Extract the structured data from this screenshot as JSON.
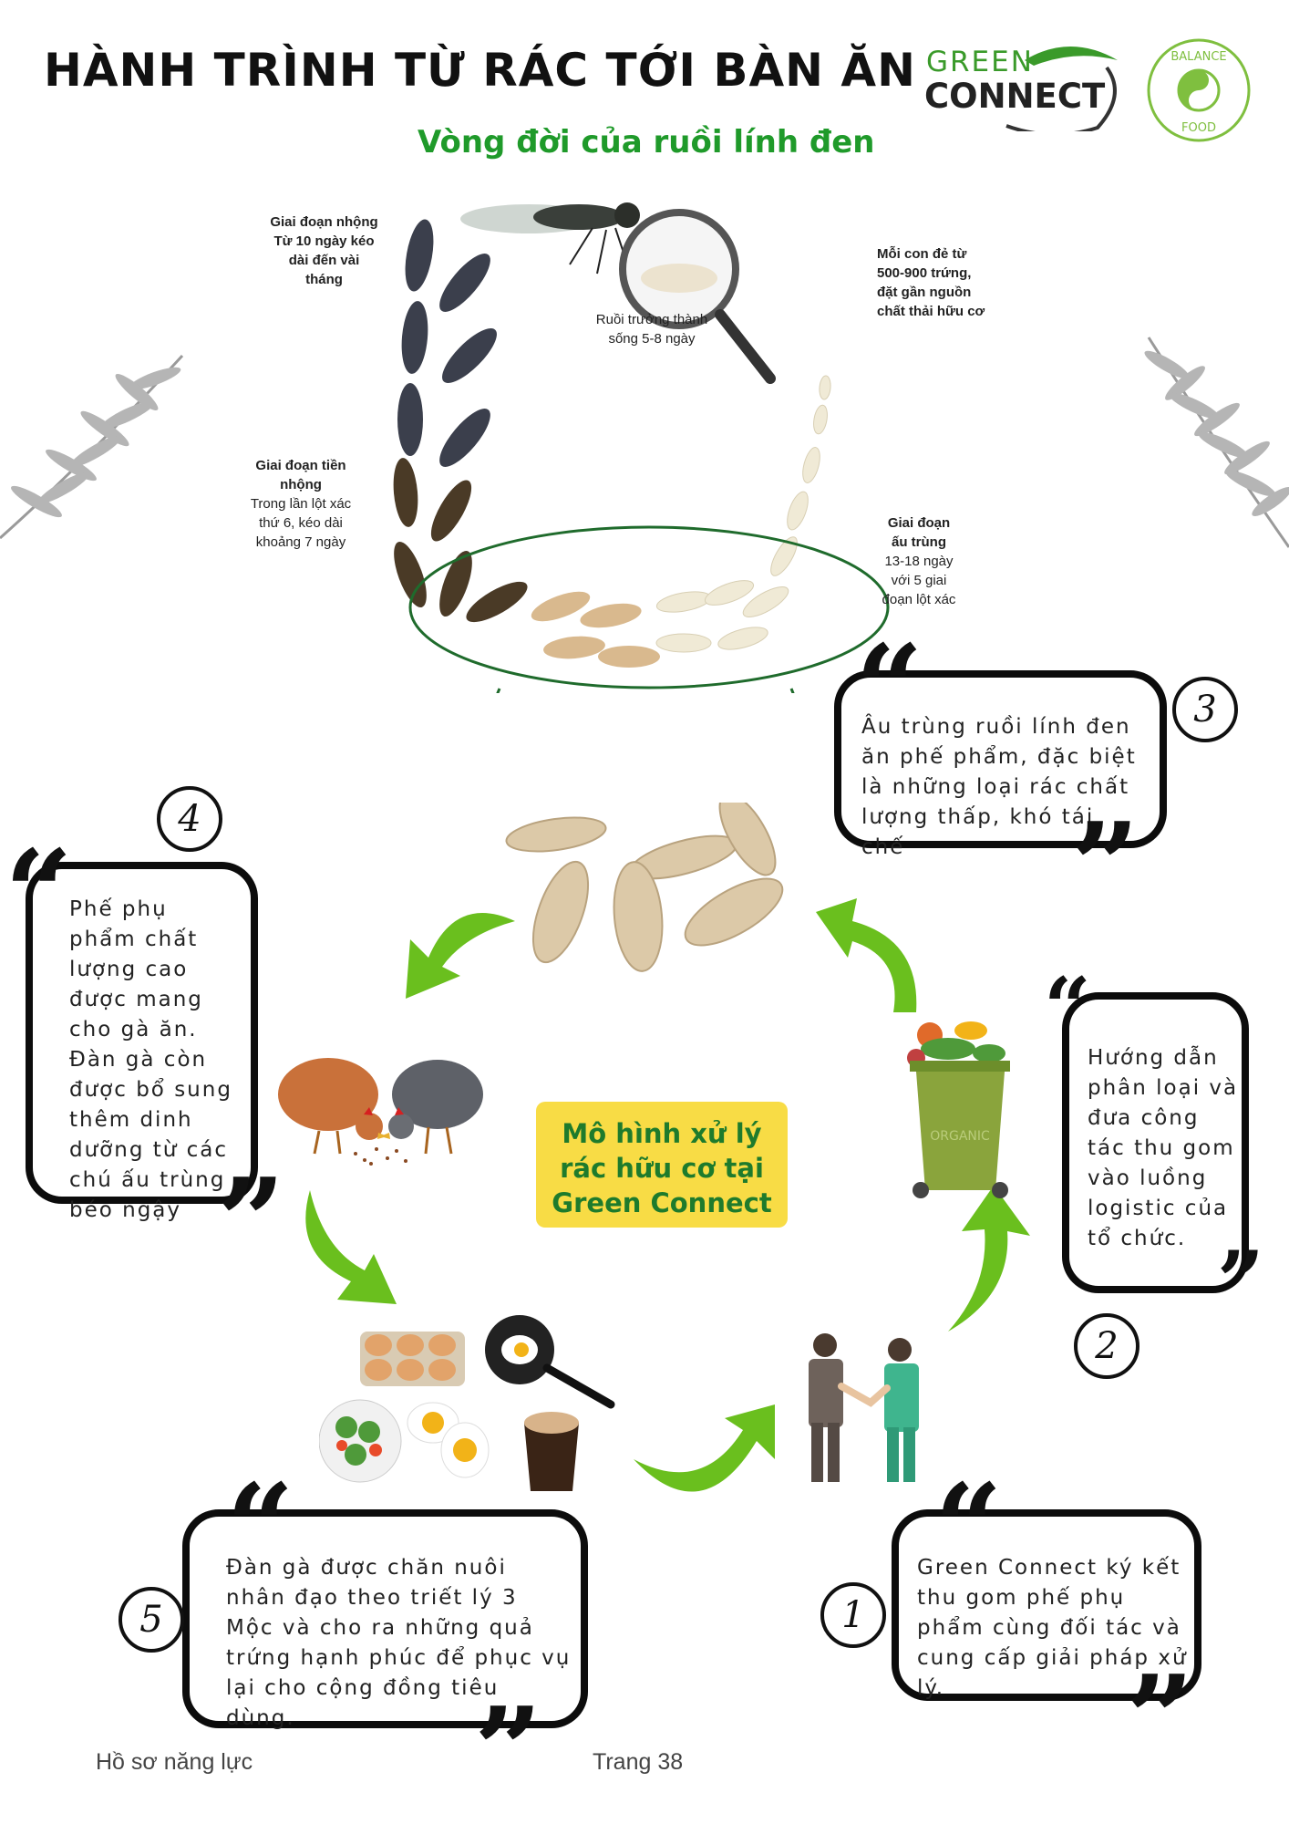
{
  "header": {
    "title": "HÀNH TRÌNH TỪ RÁC TỚI BÀN ĂN",
    "subtitle": "Vòng đời của ruồi lính đen",
    "logo_green": "GREEN",
    "logo_connect": "CONNECT",
    "logo_balance": "BALANCE",
    "logo_food": "FOOD"
  },
  "lifecycle": {
    "pupa_title": "Giai đoạn nhộng",
    "pupa_line1": "Từ 10 ngày kéo",
    "pupa_line2": "dài đến vài",
    "pupa_line3": "tháng",
    "adult_line1": "Ruồi trưởng thành",
    "adult_line2": "sống 5-8 ngày",
    "eggs_line1": "Mỗi con đẻ từ",
    "eggs_line2": "500-900 trứng,",
    "eggs_line3": "đặt gần nguồn",
    "eggs_line4": "chất thải hữu cơ",
    "prepupa_title1": "Giai đoạn tiền",
    "prepupa_title2": "nhộng",
    "prepupa_line1": "Trong lần lột xác",
    "prepupa_line2": "thứ 6, kéo dài",
    "prepupa_line3": "khoảng 7 ngày",
    "larva_title1": "Giai đoạn",
    "larva_title2": "ấu trùng",
    "larva_line1": "13-18 ngày",
    "larva_line2": "với 5 giai",
    "larva_line3": "đoạn lột xác"
  },
  "steps": [
    {
      "number": "1",
      "text": "Green Connect ký kết thu gom phế phụ phẩm cùng đối tác và cung cấp giải pháp xử lý."
    },
    {
      "number": "2",
      "text": "Hướng dẫn phân loại và đưa công tác thu gom vào luồng logistic của tổ chức."
    },
    {
      "number": "3",
      "text": "Âu trùng ruồi lính đen ăn phế phẩm, đặc biệt là những loại rác chất lượng thấp, khó tái chế"
    },
    {
      "number": "4",
      "text": "Phế phụ phẩm chất lượng cao được mang cho gà ăn. Đàn gà còn được bổ sung thêm dinh dưỡng từ các chú ấu trùng béo ngậy"
    },
    {
      "number": "5",
      "text": "Đàn gà được chăn nuôi nhân đạo theo triết lý 3 Mộc và cho ra những quả trứng hạnh phúc để phục vụ lại cho cộng đồng tiêu dùng."
    }
  ],
  "center": {
    "model_text": "Mô hình xử lý rác hữu cơ tại Green Connect"
  },
  "bin_label": "ORGANIC",
  "footer": {
    "left": "Hồ sơ năng lực",
    "right": "Trang 38"
  },
  "colors": {
    "title": "#111111",
    "subtitle_green": "#1f9a2a",
    "arrow_green": "#6abf1e",
    "model_bg": "#f8dc45",
    "model_text": "#1e7b2c"
  }
}
